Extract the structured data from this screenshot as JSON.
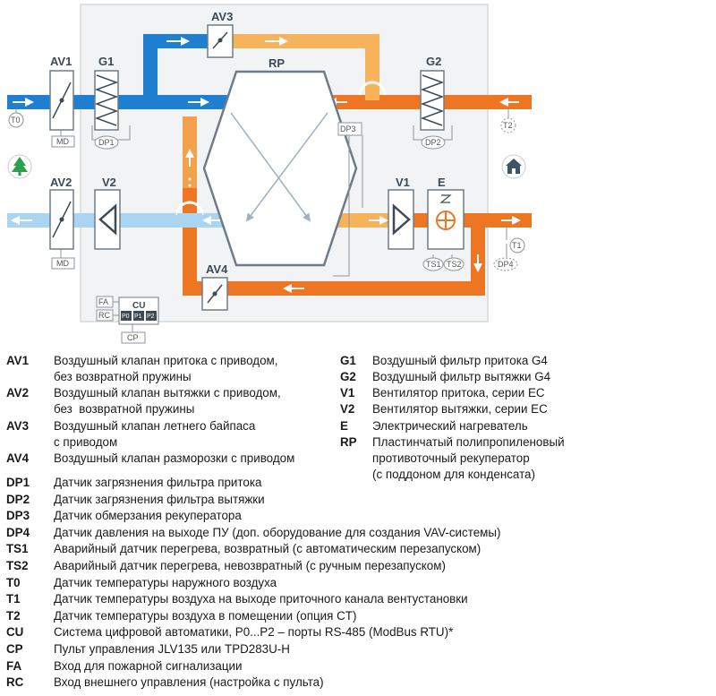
{
  "diagram": {
    "labels": {
      "av1": "AV1",
      "av2": "AV2",
      "av3": "AV3",
      "av4": "AV4",
      "g1": "G1",
      "g2": "G2",
      "v1": "V1",
      "v2": "V2",
      "e": "E",
      "rp": "RP",
      "md1": "MD",
      "md2": "MD",
      "t0": "T0",
      "t1": "T1",
      "t2": "T2",
      "dp1": "DP1",
      "dp2": "DP2",
      "dp3": "DP3",
      "dp4": "DP4",
      "ts1": "TS1",
      "ts2": "TS2",
      "cu": "CU",
      "fa": "FA",
      "rc": "RC",
      "cp": "CP",
      "p0": "P0",
      "p1": "P1",
      "p2": "P2"
    },
    "colors": {
      "supply_dark": "#1f7fd0",
      "supply_light": "#a9d4f2",
      "exhaust_dark": "#ee7623",
      "exhaust_light": "#f6b35c",
      "outline": "#9aa4ad",
      "tree": "#2e9e4f",
      "house": "#3d5568"
    },
    "icons": [
      "tree-icon",
      "house-icon",
      "damper-icon",
      "filter-icon",
      "fan-icon",
      "heater-icon"
    ]
  },
  "legend_left_top": [
    {
      "code": "AV1",
      "desc": "Воздушный клапан притока с приводом,\nбез возвратной пружины"
    },
    {
      "code": "AV2",
      "desc": "Воздушный клапан вытяжки с приводом,\nбез  возвратной пружины"
    },
    {
      "code": "AV3",
      "desc": "Воздушный клапан летнего байпаса\nс приводом"
    },
    {
      "code": "AV4",
      "desc": "Воздушный клапан разморозки с приводом"
    }
  ],
  "legend_right": [
    {
      "code": "G1",
      "desc": "Воздушный фильтр притока G4"
    },
    {
      "code": "G2",
      "desc": "Воздушный фильтр вытяжки G4"
    },
    {
      "code": "V1",
      "desc": "Вентилятор притока, серии EC"
    },
    {
      "code": "V2",
      "desc": "Вентилятор вытяжки, серии EC"
    },
    {
      "code": "E",
      "desc": "Электрический нагреватель"
    },
    {
      "code": "RP",
      "desc": "Пластинчатый полипропиленовый\nпротивоточный рекуператор\n(с поддоном для конденсата)"
    }
  ],
  "legend_bottom": [
    {
      "code": "DP1",
      "desc": "Датчик загрязнения фильтра притока"
    },
    {
      "code": "DP2",
      "desc": "Датчик загрязнения фильтра вытяжки"
    },
    {
      "code": "DP3",
      "desc": "Датчик обмерзания рекуператора"
    },
    {
      "code": "DP4",
      "desc": "Датчик давления на выходе ПУ (доп. оборудование для создания VAV-системы)"
    },
    {
      "code": "TS1",
      "desc": "Аварийный датчик перегрева, возвратный (с автоматическим перезапуском)"
    },
    {
      "code": "TS2",
      "desc": "Аварийный датчик перегрева, невозвратный (с ручным перезапуском)"
    },
    {
      "code": "T0",
      "desc": "Датчик температуры наружного воздуха"
    },
    {
      "code": "T1",
      "desc": "Датчик температуры воздуха на выходе приточного канала вентустановки"
    },
    {
      "code": "T2",
      "desc": "Датчик температуры воздуха в помещении (опция CT)"
    },
    {
      "code": "CU",
      "desc": "Система цифровой автоматики, P0...P2 – порты RS-485 (ModBus RTU)*"
    },
    {
      "code": "CP",
      "desc": "Пульт управления JLV135 или TPD283U-H"
    },
    {
      "code": "FA",
      "desc": "Вход для пожарной сигнализации"
    },
    {
      "code": "RC",
      "desc": "Вход внешнего управления (настройка с пульта)"
    }
  ]
}
